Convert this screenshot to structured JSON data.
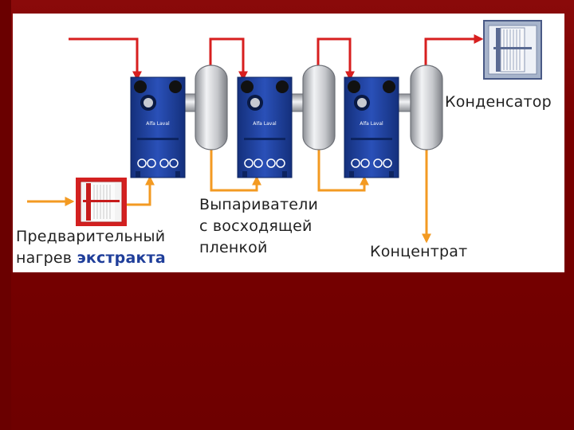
{
  "colors": {
    "slide_background": "#7a0000",
    "hot_stream": "#d71f1f",
    "product_stream": "#f39a22",
    "evaporator_body": "#1e3f9c",
    "separator_body": "#c9cbcf"
  },
  "labels": {
    "condenser": "Конденсатор",
    "preheat_line1": "Предварительный",
    "preheat_line2": "нагрев",
    "preheat_extract": "экстракта",
    "evaporators_line1": "Выпариватели",
    "evaporators_line2": "с восходящей",
    "evaporators_line3": "пленкой",
    "concentrate": "Концентрат",
    "brand_plate": "Alfa Laval"
  },
  "icons": {
    "condenser": "plate-heat-exchanger-icon",
    "preheater": "plate-heat-exchanger-icon",
    "evaporator": "plate-evaporator-icon",
    "separator": "vapour-separator-vessel-icon"
  }
}
